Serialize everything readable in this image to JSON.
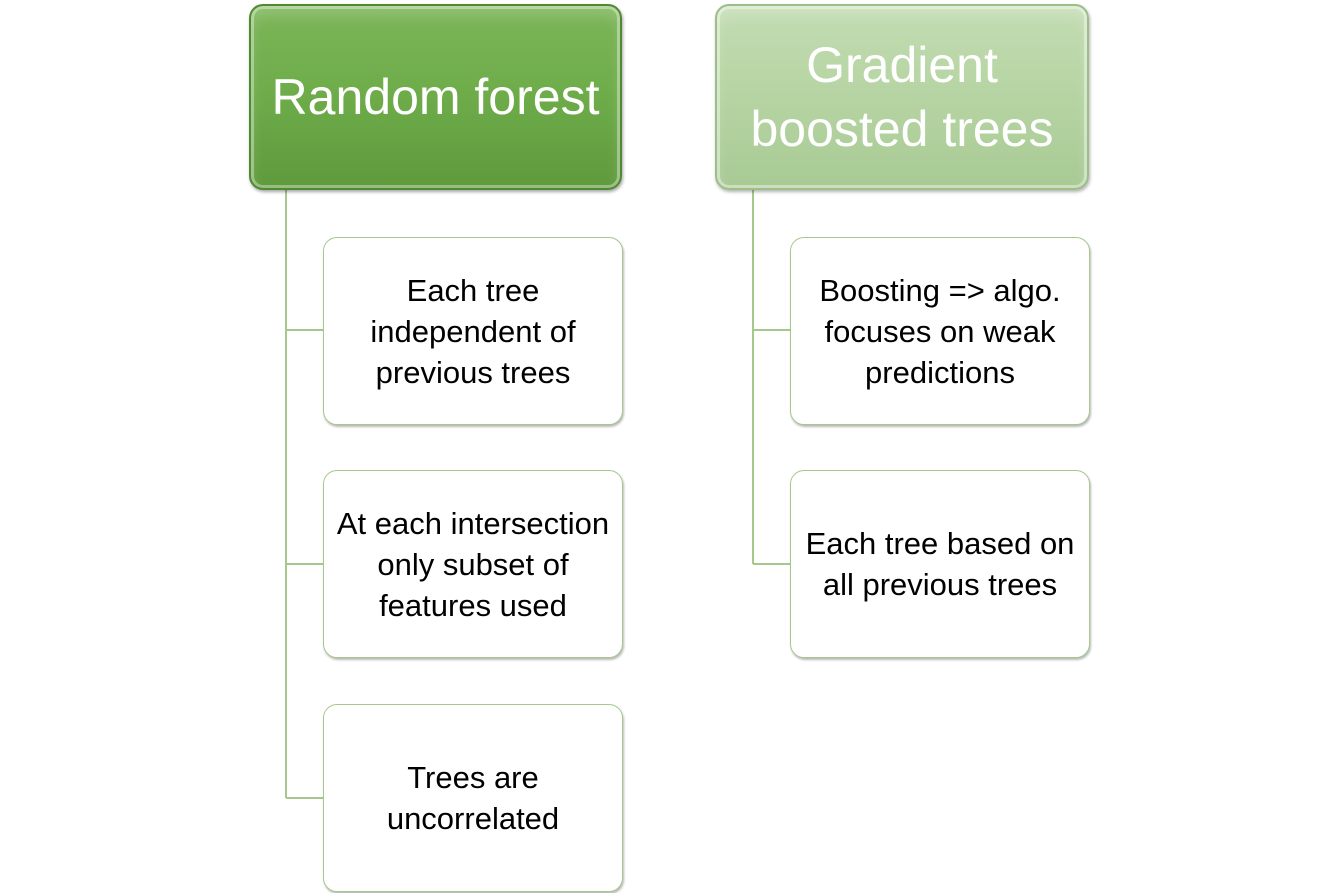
{
  "colors": {
    "primary_header": "#6fad4b",
    "secondary_header": "#b7d5a4",
    "connector": "#a5c98c",
    "child_border": "#a5c98c"
  },
  "random_forest": {
    "title": "Random forest",
    "items": [
      "Each tree independent of previous trees",
      "At each intersection only subset of features used",
      "Trees are uncorrelated"
    ]
  },
  "gradient_boosted": {
    "title": "Gradient boosted trees",
    "items": [
      "Boosting => algo. focuses on weak predictions",
      "Each tree based on all previous trees"
    ]
  }
}
